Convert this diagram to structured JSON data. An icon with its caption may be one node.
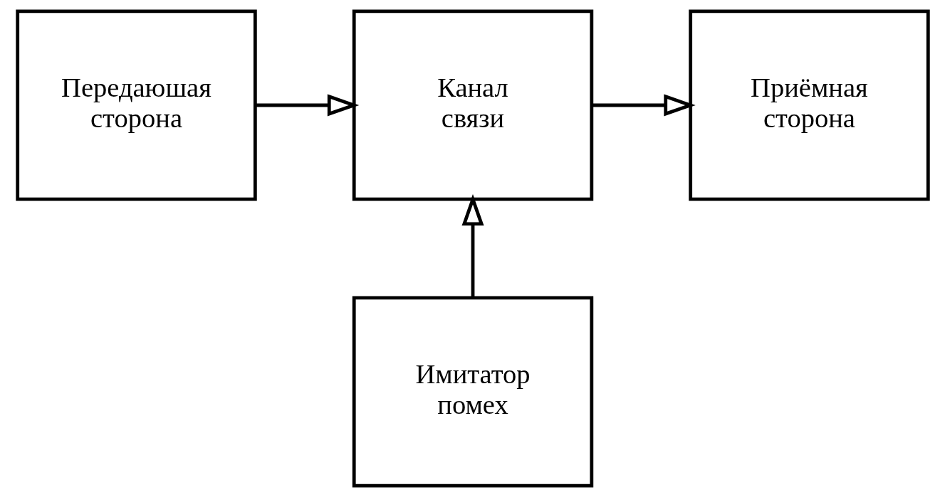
{
  "diagram": {
    "nodes": [
      {
        "text": [
          "Передаюшая сторона"
        ]
      },
      {
        "text": [
          "Канал связи"
        ]
      },
      {
        "text": [
          "Приёмная сторона"
        ]
      },
      {
        "text": [
          "Имитатор помех"
        ]
      }
    ],
    "edges": [
      {
        "from": 0,
        "to": 1,
        "arrow": "to"
      },
      {
        "from": 1,
        "to": 2,
        "arrow": "to"
      },
      {
        "from": 3,
        "to": 1,
        "arrow": "to"
      }
    ]
  }
}
